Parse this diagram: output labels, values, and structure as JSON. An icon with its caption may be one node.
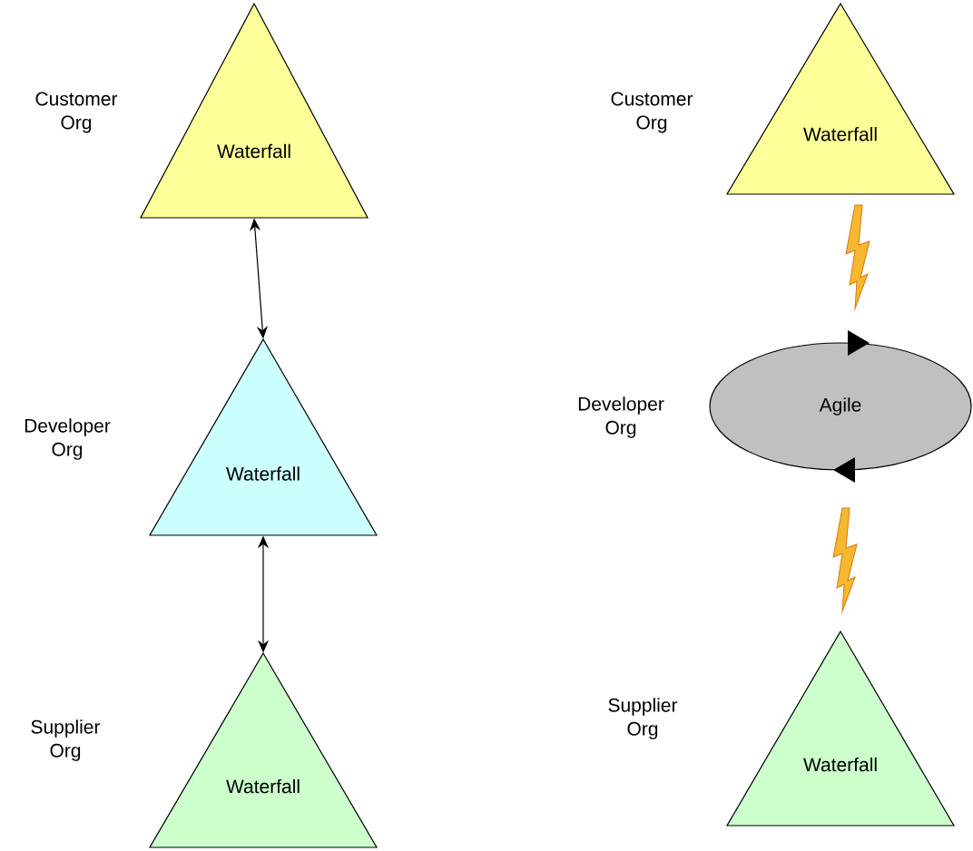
{
  "diagram": {
    "nodes": [
      {
        "text": [
          "Waterfall"
        ],
        "beside": [
          "Customer Org"
        ]
      },
      {
        "text": [
          "Waterfall"
        ],
        "beside": [
          "Developer Org"
        ]
      },
      {
        "text": [
          "Waterfall"
        ],
        "beside": [
          "Supplier Org"
        ]
      },
      {
        "text": [
          "Waterfall"
        ],
        "beside": [
          "Customer Org"
        ]
      },
      {
        "text": [
          "Agile"
        ],
        "beside": [
          "Developer Org"
        ]
      },
      {
        "text": [
          "Waterfall"
        ],
        "beside": [
          "Supplier Org"
        ]
      }
    ],
    "edges": [
      {
        "from": 0,
        "to": 1,
        "arrow": "both"
      },
      {
        "from": 1,
        "to": 2,
        "arrow": "both"
      }
    ]
  }
}
